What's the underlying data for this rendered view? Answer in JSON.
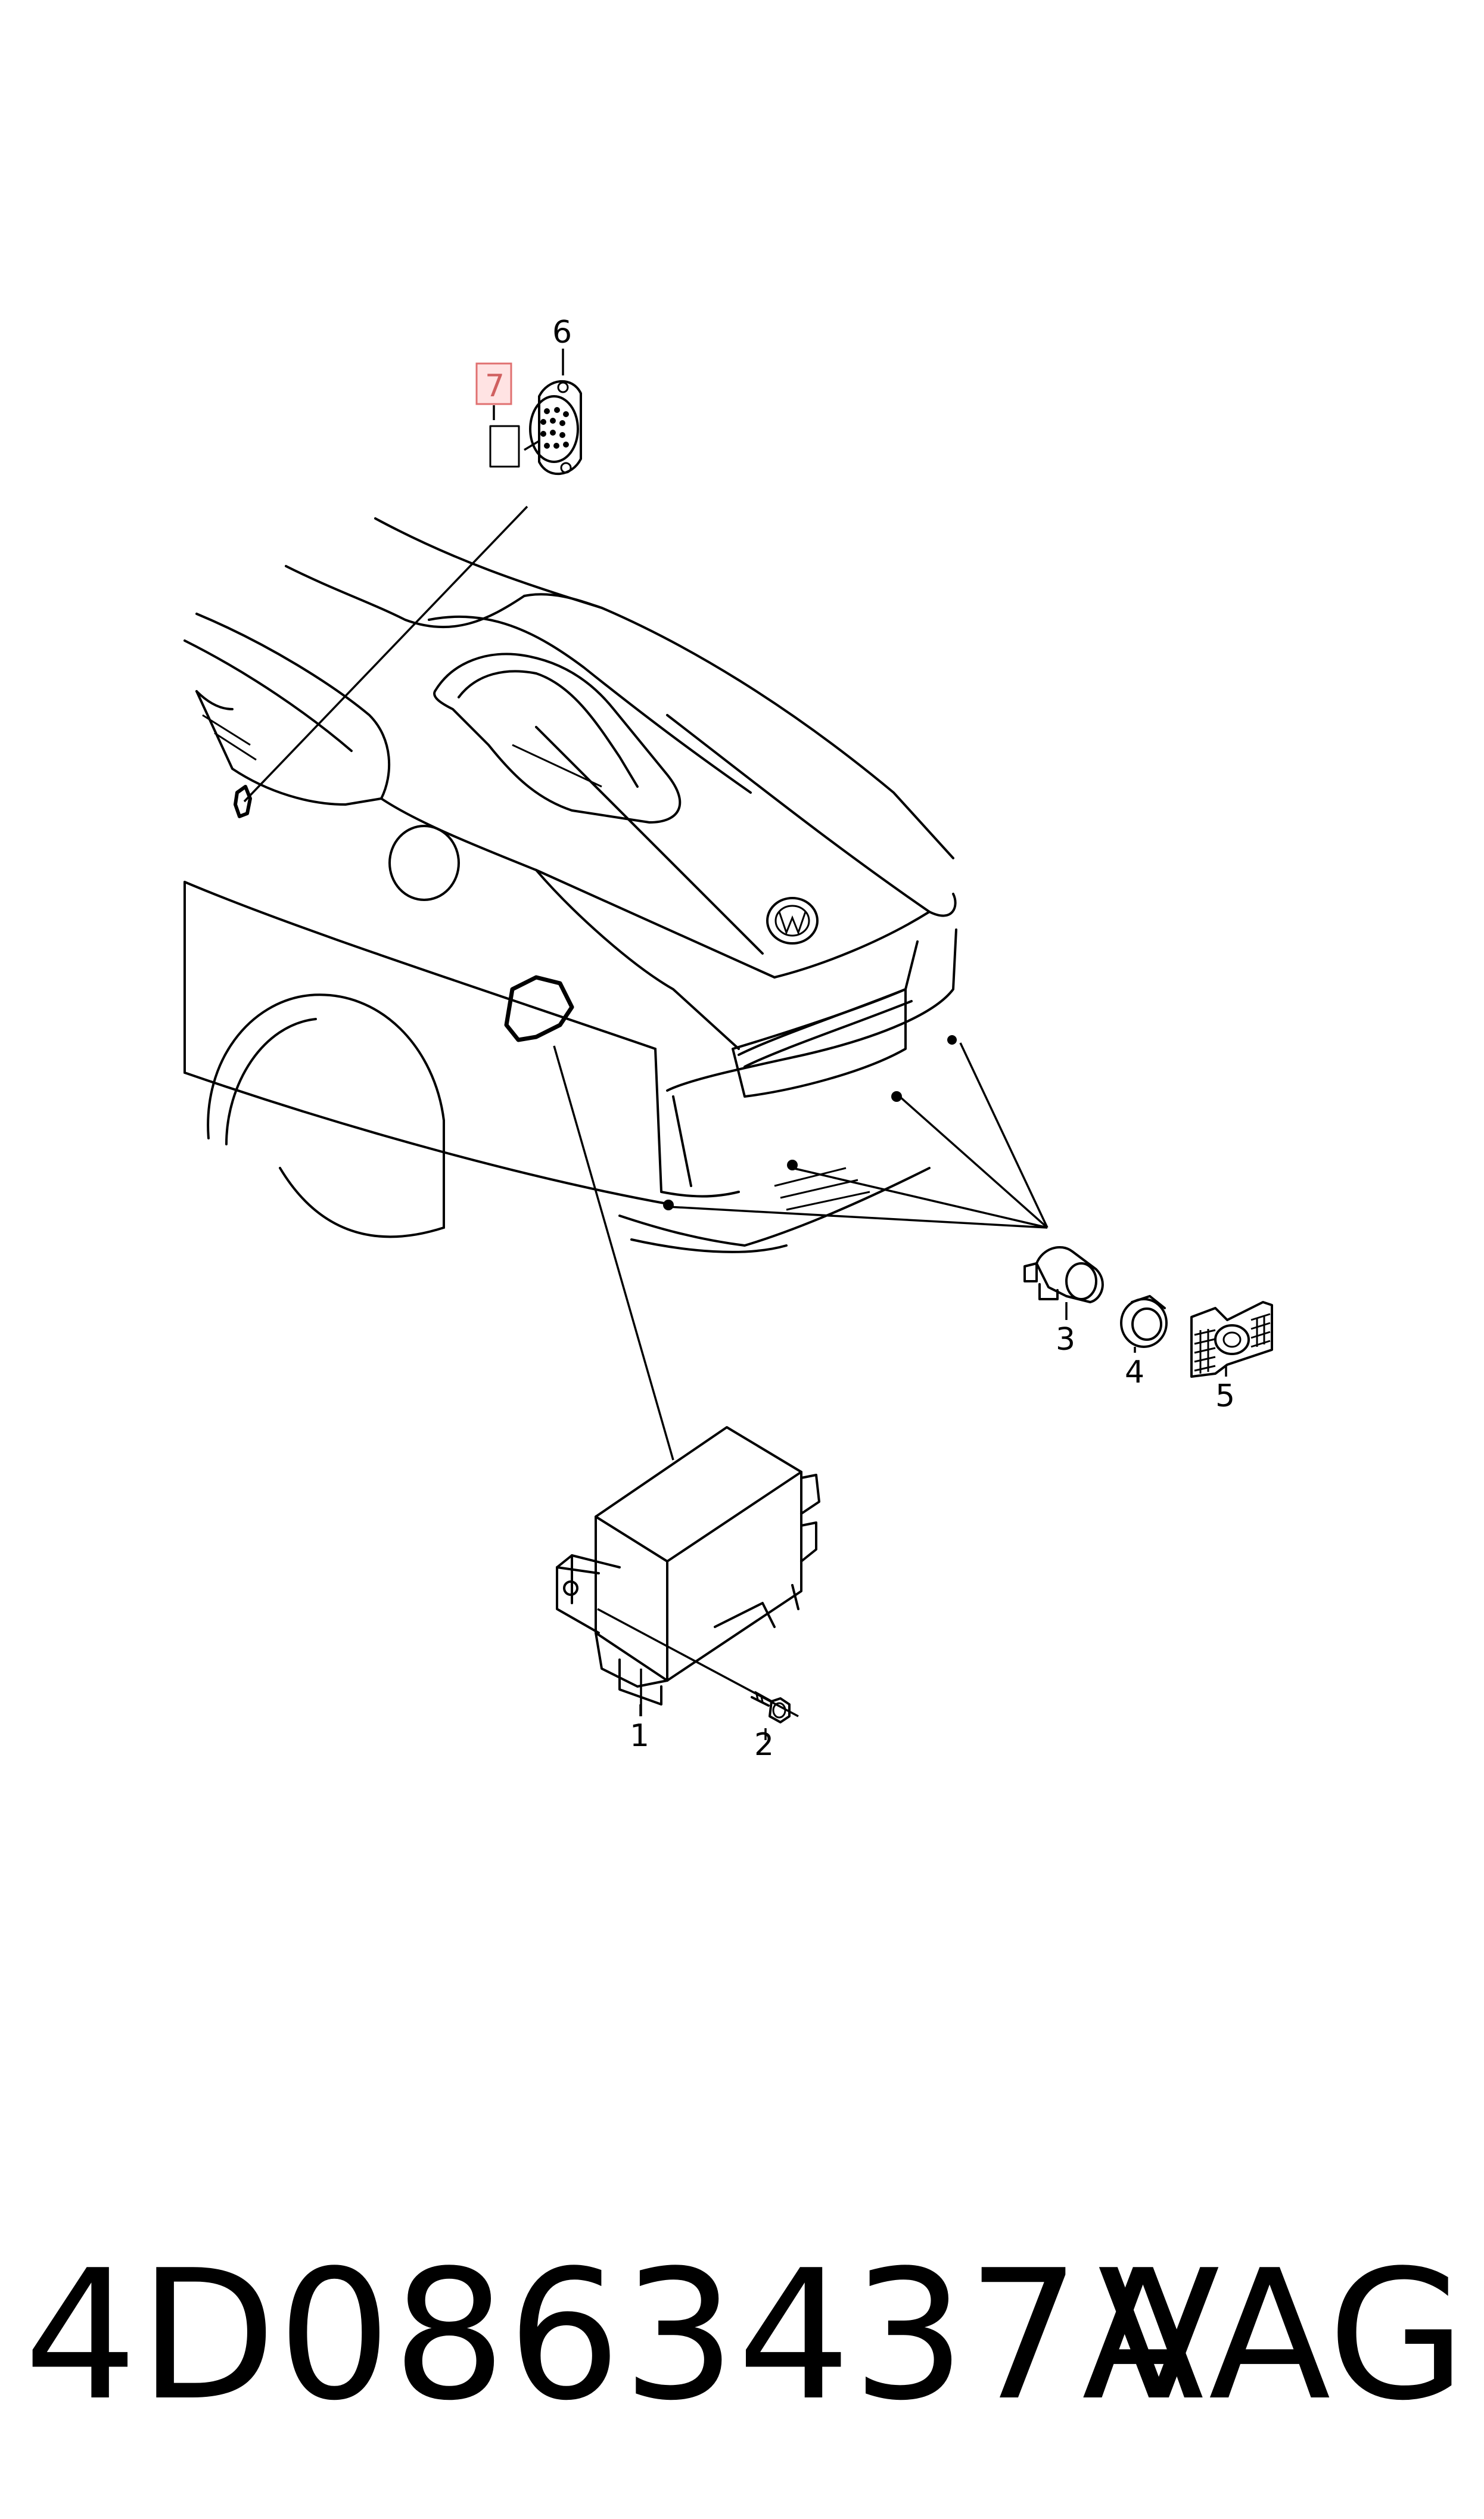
{
  "callouts": {
    "c1": "1",
    "c2": "2",
    "c3": "3",
    "c4": "4",
    "c5": "5",
    "c6": "6",
    "c7": "7"
  },
  "footer": {
    "part_number": "4D0863437A",
    "brand": "VAG"
  },
  "colors": {
    "highlight_fill": "#ffe3e3",
    "highlight_stroke": "#e07070",
    "line": "#000000"
  }
}
